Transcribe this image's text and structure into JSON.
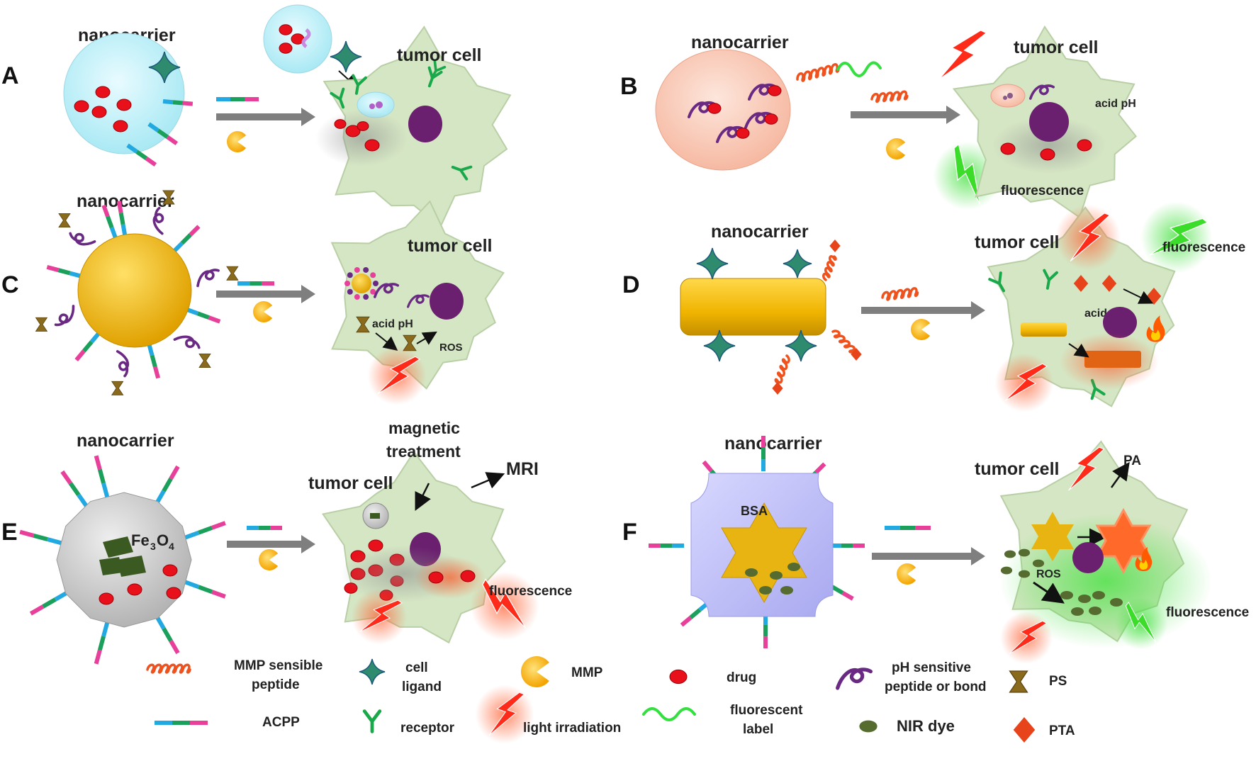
{
  "panels": {
    "A": {
      "letter": "A",
      "nanocarrier": "nanocarrier",
      "tumor": "tumor cell"
    },
    "B": {
      "letter": "B",
      "nanocarrier": "nanocarrier",
      "tumor": "tumor cell",
      "acid": "acid pH",
      "fluorescence": "fluorescence"
    },
    "C": {
      "letter": "C",
      "nanocarrier": "nanocarrier",
      "tumor": "tumor cell",
      "acid": "acid pH",
      "ros": "ROS"
    },
    "D": {
      "letter": "D",
      "nanocarrier": "nanocarrier",
      "tumor": "tumor cell",
      "acid": "acid pH",
      "fluorescence": "fluorescence"
    },
    "E": {
      "letter": "E",
      "nanocarrier": "nanocarrier",
      "tumor": "tumor cell",
      "core": "Fe",
      "core_sub1": "3",
      "core_o": "O",
      "core_sub2": "4",
      "magnetic1": "magnetic",
      "magnetic2": "treatment",
      "mri": "MRI",
      "fluorescence": "fluorescence"
    },
    "F": {
      "letter": "F",
      "nanocarrier": "nanocarrier",
      "tumor": "tumor cell",
      "bsa": "BSA",
      "pa": "PA",
      "ros": "ROS",
      "fluorescence": "fluorescence"
    }
  },
  "legend": {
    "mmp_peptide_1": "MMP sensible",
    "mmp_peptide_2": "peptide",
    "acpp": "ACPP",
    "cell_ligand_1": "cell",
    "cell_ligand_2": "ligand",
    "receptor": "receptor",
    "mmp": "MMP",
    "light": "light irradiation",
    "drug": "drug",
    "fluor_label_1": "fluorescent",
    "fluor_label_2": "label",
    "ph_1": "pH sensitive",
    "ph_2": "peptide or bond",
    "nir": "NIR dye",
    "ps": "PS",
    "pta": "PTA"
  },
  "colors": {
    "cell": "#d5e6c4",
    "cell_stroke": "#b9cfa6",
    "nucleus": "#6b1f6f",
    "drug": "#e8101a",
    "arrow": "#7f7f7f",
    "ligand": "#2e8b6e",
    "receptor": "#19a84a",
    "mmp_peptide": "#f0521e",
    "ph_peptide": "#6a2a84",
    "gold": "#f2b705",
    "light": "#ff2b1a",
    "fluor": "#3bdc2a",
    "ps": "#8a6a1c",
    "pta": "#e8441c",
    "nir": "#556b2f",
    "acpp_blue": "#23a9e1",
    "acpp_green": "#1aa05a",
    "acpp_pink": "#e8409a"
  }
}
